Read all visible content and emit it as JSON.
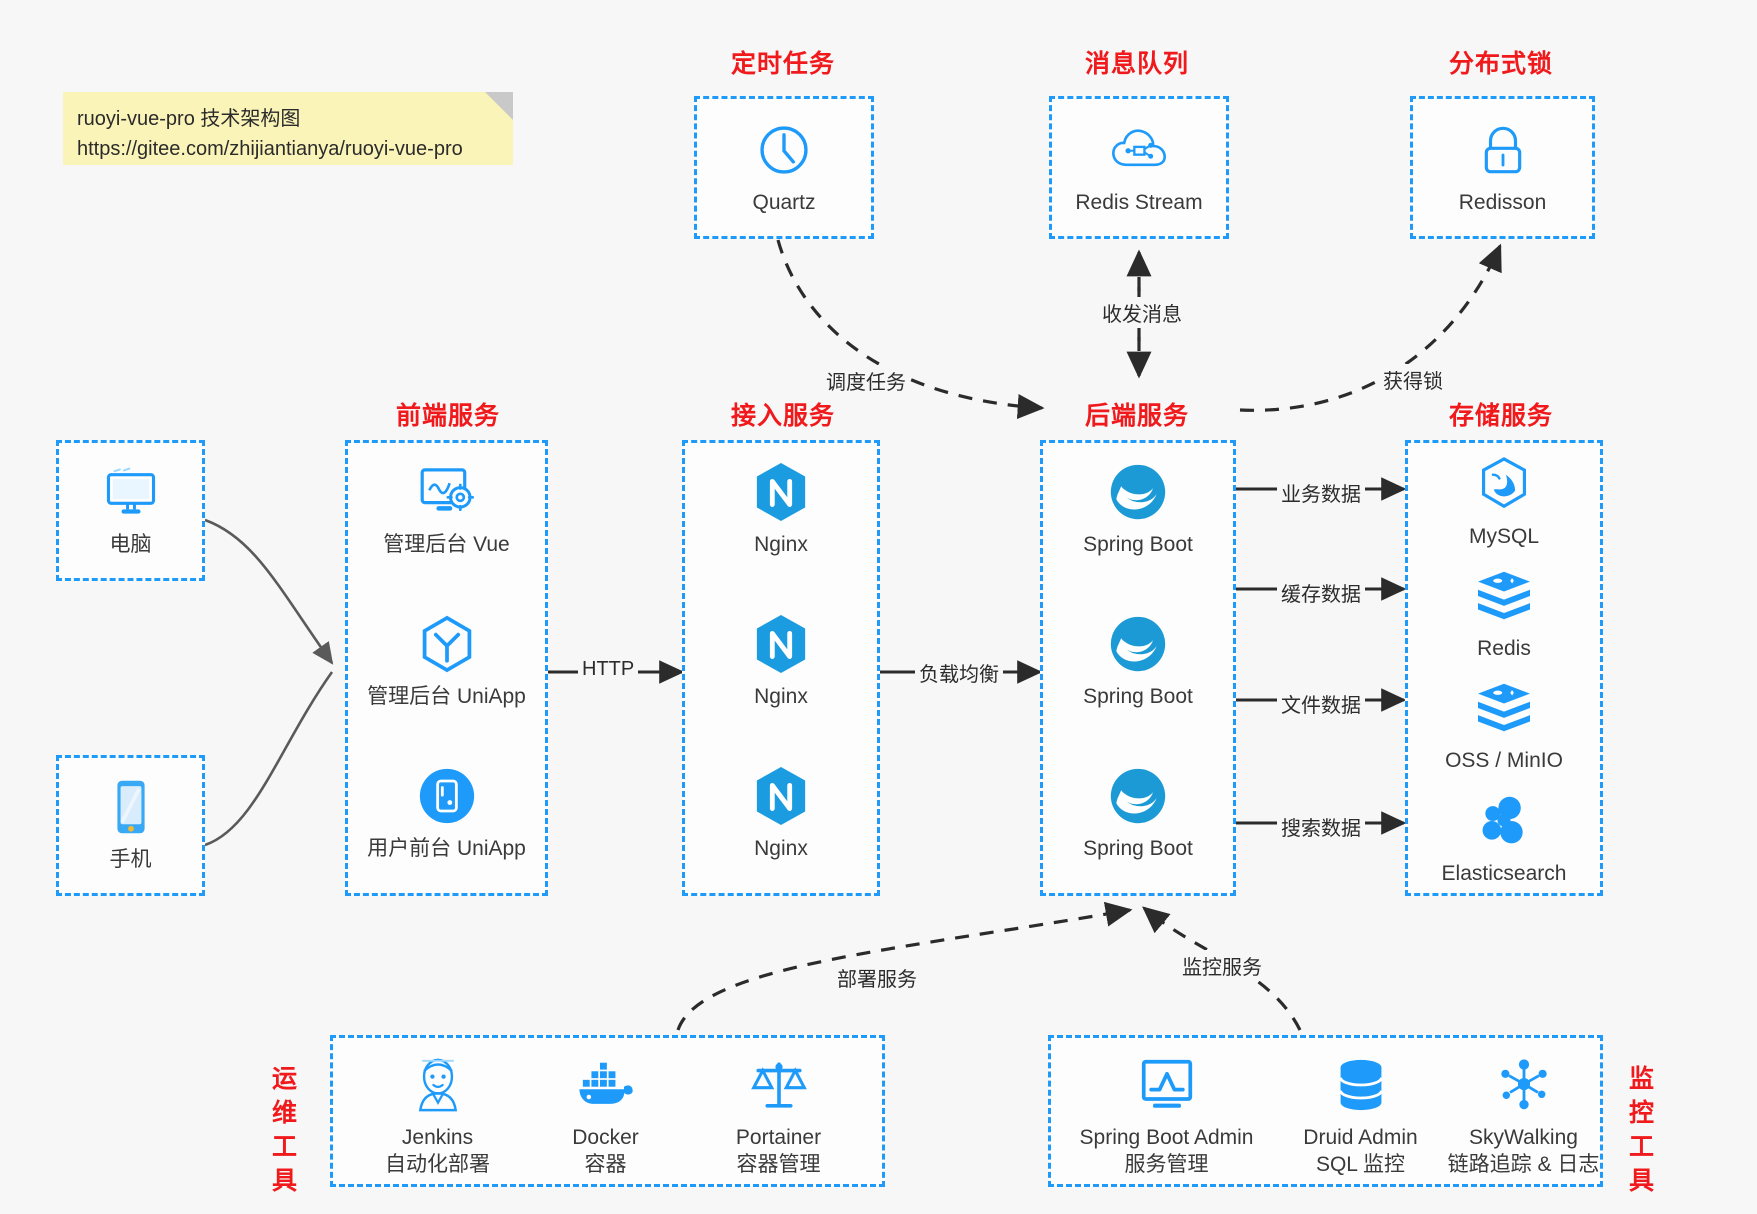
{
  "note": {
    "line1": "ruoyi-vue-pro 技术架构图",
    "line2": "https://gitee.com/zhijiantianya/ruoyi-vue-pro"
  },
  "colors": {
    "accent_blue": "#1e9bfa",
    "title_red": "#f0191c",
    "note_yellow": "#fbf4b9",
    "background": "#f7f7f7",
    "arrow_dark": "#2b2b2b",
    "curve_gray": "#5a5a5a"
  },
  "groups": {
    "scheduled_task": {
      "title": "定时任务",
      "nodes": [
        {
          "label": "Quartz",
          "icon": "clock-icon"
        }
      ]
    },
    "message_queue": {
      "title": "消息队列",
      "nodes": [
        {
          "label": "Redis Stream",
          "icon": "cloud-network-icon"
        }
      ]
    },
    "distributed_lock": {
      "title": "分布式锁",
      "nodes": [
        {
          "label": "Redisson",
          "icon": "lock-icon"
        }
      ]
    },
    "clients": {
      "nodes": [
        {
          "label": "电脑",
          "icon": "desktop-icon"
        },
        {
          "label": "手机",
          "icon": "mobile-icon"
        }
      ]
    },
    "frontend": {
      "title": "前端服务",
      "nodes": [
        {
          "label": "管理后台 Vue",
          "icon": "dashboard-gear-icon"
        },
        {
          "label": "管理后台 UniApp",
          "icon": "hexagon-y-icon"
        },
        {
          "label": "用户前台 UniApp",
          "icon": "circle-phone-icon"
        }
      ]
    },
    "gateway": {
      "title": "接入服务",
      "nodes": [
        {
          "label": "Nginx",
          "icon": "nginx-icon"
        },
        {
          "label": "Nginx",
          "icon": "nginx-icon"
        },
        {
          "label": "Nginx",
          "icon": "nginx-icon"
        }
      ]
    },
    "backend": {
      "title": "后端服务",
      "nodes": [
        {
          "label": "Spring Boot",
          "icon": "spring-leaf-icon"
        },
        {
          "label": "Spring Boot",
          "icon": "spring-leaf-icon"
        },
        {
          "label": "Spring Boot",
          "icon": "spring-leaf-icon"
        }
      ]
    },
    "storage": {
      "title": "存储服务",
      "nodes": [
        {
          "label": "MySQL",
          "icon": "mysql-dolphin-icon"
        },
        {
          "label": "Redis",
          "icon": "redis-stack-icon"
        },
        {
          "label": "OSS / MinIO",
          "icon": "redis-stack-icon"
        },
        {
          "label": "Elasticsearch",
          "icon": "elasticsearch-icon"
        }
      ]
    },
    "devops": {
      "title": "运维\n工具",
      "title_line1": "运维",
      "title_line2": "工具",
      "nodes": [
        {
          "label": "Jenkins",
          "sublabel": "自动化部署",
          "icon": "jenkins-butler-icon"
        },
        {
          "label": "Docker",
          "sublabel": "容器",
          "icon": "docker-whale-icon"
        },
        {
          "label": "Portainer",
          "sublabel": "容器管理",
          "icon": "scales-icon"
        }
      ]
    },
    "monitoring": {
      "title_line1": "监控",
      "title_line2": "工具",
      "nodes": [
        {
          "label": "Spring Boot Admin",
          "sublabel": "服务管理",
          "icon": "monitor-chart-icon"
        },
        {
          "label": "Druid Admin",
          "sublabel": "SQL 监控",
          "icon": "database-icon"
        },
        {
          "label": "SkyWalking",
          "sublabel": "链路追踪 & 日志",
          "icon": "skywalking-icon"
        }
      ]
    }
  },
  "edges": {
    "http": "HTTP",
    "load_balance": "负载均衡",
    "schedule_task": "调度任务",
    "send_receive_message": "收发消息",
    "acquire_lock": "获得锁",
    "business_data": "业务数据",
    "cache_data": "缓存数据",
    "file_data": "文件数据",
    "search_data": "搜索数据",
    "deploy_service": "部署服务",
    "monitor_service": "监控服务"
  }
}
